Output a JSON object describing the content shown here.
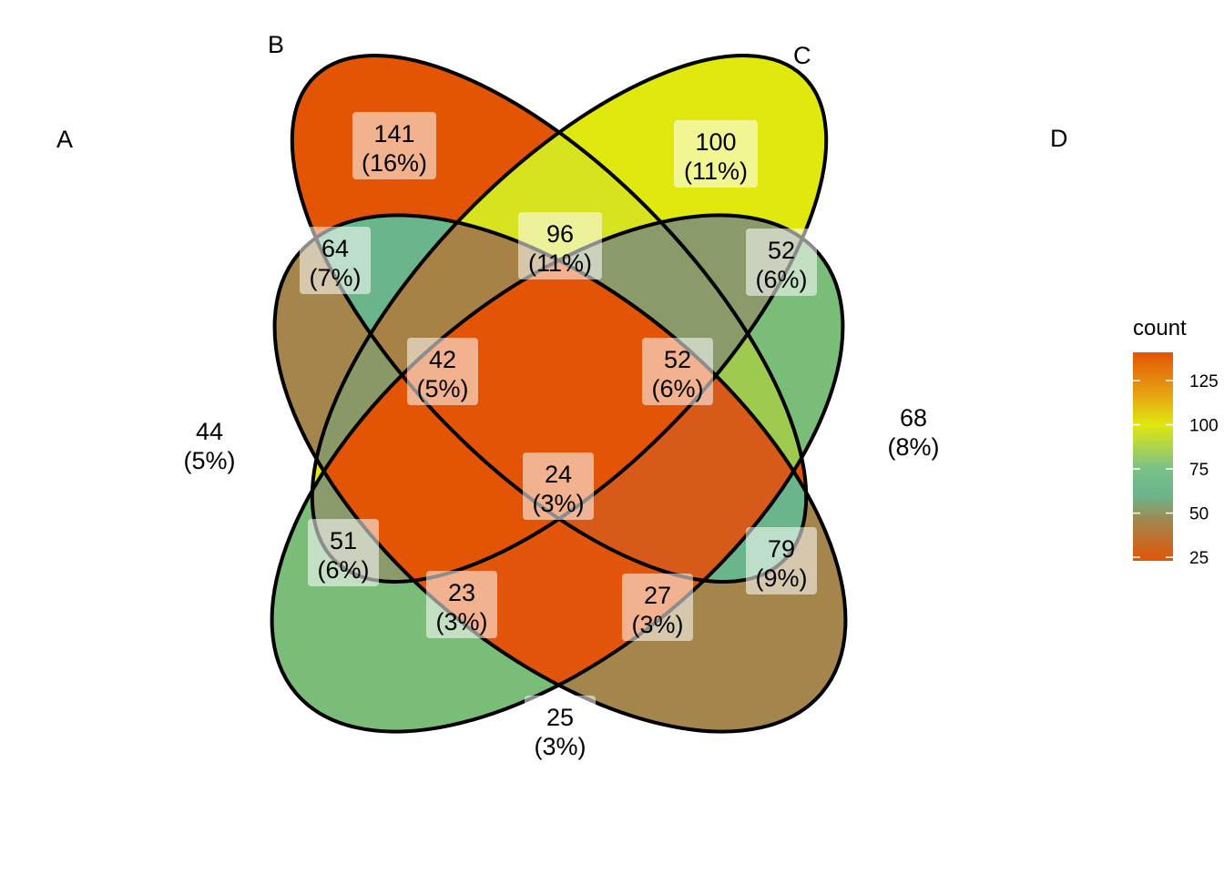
{
  "chart_data": {
    "type": "venn",
    "sets": [
      "A",
      "B",
      "C",
      "D"
    ],
    "regions": [
      {
        "sets": "B",
        "count": "141",
        "percent": "(16%)",
        "color": "#E35505"
      },
      {
        "sets": "C",
        "count": "100",
        "percent": "(11%)",
        "color": "#E0E80E"
      },
      {
        "sets": "A,B",
        "count": "64",
        "percent": "(7%)",
        "color": "#6BB58C"
      },
      {
        "sets": "B,C",
        "count": "96",
        "percent": "(11%)",
        "color": "#D8E31F"
      },
      {
        "sets": "C,D",
        "count": "52",
        "percent": "(6%)",
        "color": "#8A9A6A"
      },
      {
        "sets": "A,B,C",
        "count": "42",
        "percent": "(5%)",
        "color": "#A88146"
      },
      {
        "sets": "B,C,D",
        "count": "52",
        "percent": "(6%)",
        "color": "#8A9A6A"
      },
      {
        "sets": "A",
        "count": "44",
        "percent": "(5%)",
        "color": "#A4854B"
      },
      {
        "sets": "D",
        "count": "68",
        "percent": "(8%)",
        "color": "#7ABD78"
      },
      {
        "sets": "A,B,C,D",
        "count": "24",
        "percent": "(3%)",
        "color": "#E35407"
      },
      {
        "sets": "A,C",
        "count": "51",
        "percent": "(6%)",
        "color": "#8A9766"
      },
      {
        "sets": "B,D",
        "count": "79",
        "percent": "(9%)",
        "color": "#9ECB4F"
      },
      {
        "sets": "A,C,D",
        "count": "23",
        "percent": "(3%)",
        "color": "#E35505"
      },
      {
        "sets": "A,B,D",
        "count": "27",
        "percent": "(3%)",
        "color": "#D85A1A"
      },
      {
        "sets": "A,D",
        "count": "25",
        "percent": "(3%)",
        "color": "#E2550A"
      }
    ],
    "legend": {
      "title": "count",
      "ticks": [
        "125",
        "100",
        "75",
        "50",
        "25"
      ],
      "tick_values": [
        125,
        100,
        75,
        50,
        25
      ],
      "range": [
        23,
        141
      ],
      "gradient_stops": [
        {
          "value": 141,
          "color": "#E35505"
        },
        {
          "value": 118,
          "color": "#E6A012"
        },
        {
          "value": 100,
          "color": "#E0E80E"
        },
        {
          "value": 75,
          "color": "#79C089"
        },
        {
          "value": 60,
          "color": "#6BB58C"
        },
        {
          "value": 45,
          "color": "#A4854B"
        },
        {
          "value": 23,
          "color": "#E35505"
        }
      ]
    }
  }
}
